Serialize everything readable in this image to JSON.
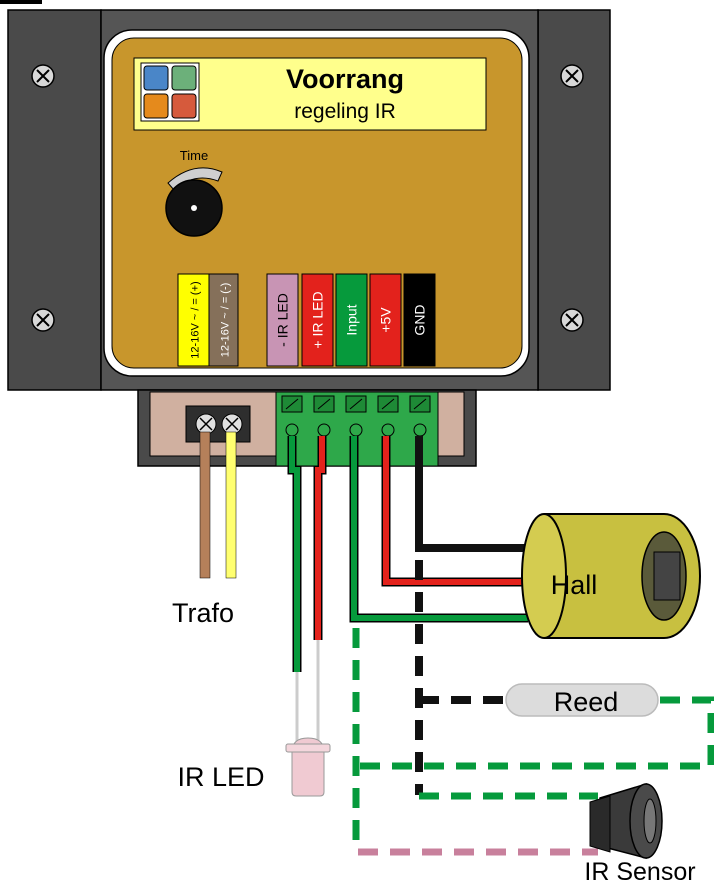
{
  "module": {
    "title": "Voorrang",
    "subtitle": "regeling IR",
    "knob_label": "Time",
    "terminals": [
      {
        "label": "12-16V ~ / = (+)",
        "color": "#ffff00",
        "text_color": "#000000"
      },
      {
        "label": "12-16V ~ / = (-)",
        "color": "#85705a",
        "text_color": "#ffffff"
      },
      {
        "label": "- IR LED",
        "color": "#c894b4",
        "text_color": "#000000"
      },
      {
        "label": "+ IR LED",
        "color": "#e3221c",
        "text_color": "#ffffff"
      },
      {
        "label": "Input",
        "color": "#069a3c",
        "text_color": "#ffffff"
      },
      {
        "label": "+5V",
        "color": "#e3221c",
        "text_color": "#ffffff"
      },
      {
        "label": "GND",
        "color": "#000000",
        "text_color": "#ffffff"
      }
    ]
  },
  "labels": {
    "trafo": "Trafo",
    "ir_led": "IR LED",
    "hall": "Hall",
    "reed": "Reed",
    "ir_sensor": "IR Sensor"
  },
  "colors": {
    "housing": "#4a4a4a",
    "panel": "#c8962c",
    "pcb": "#d0b0a0",
    "connector_green": "#2ea84a",
    "wire_green": "#069a3c",
    "wire_red": "#e3221c",
    "wire_black": "#111111",
    "wire_pink": "#c8809c",
    "hall_body": "#c8c040"
  }
}
